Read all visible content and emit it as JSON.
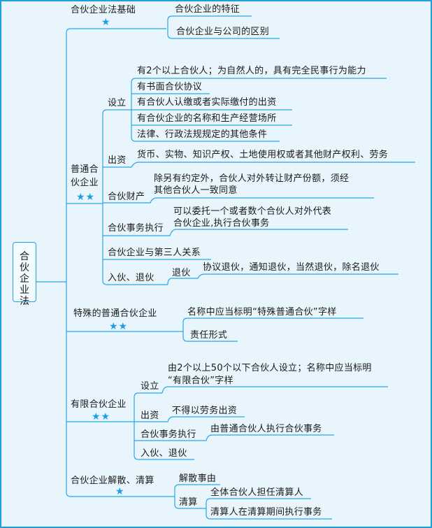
{
  "root": "合伙企业法",
  "basics": {
    "label": "合伙企业法基础",
    "stars": "★",
    "children": [
      "合伙企业的特征",
      "合伙企业与公司的区别"
    ]
  },
  "general": {
    "label_line1": "普通合",
    "label_line2": "伙企业",
    "stars": "★★",
    "setup": {
      "label": "设立",
      "items": [
        "有2个以上合伙人；为自然人的，具有完全民事行为能力",
        "有书面合伙协议",
        "有合伙人认缴或者实际缴付的出资",
        "有合伙企业的名称和生产经营场所",
        "法律、行政法规规定的其他条件"
      ]
    },
    "capital": {
      "label": "出资",
      "text": "货币、实物、知识产权、土地使用权或者其他财产权利、劳务"
    },
    "property": {
      "label": "合伙财产",
      "line1": "除另有约定外，合伙人对外转让财产份额，须经",
      "line2": "其他合伙人一致同意"
    },
    "affairs": {
      "label": "合伙事务执行",
      "line1": "可以委托一个或者数个合伙人对外代表",
      "line2": "合伙企业,执行合伙事务"
    },
    "third_party": {
      "label": "合伙企业与第三人关系"
    },
    "join_exit": {
      "label": "入伙、退伙",
      "exit_label": "退伙",
      "exit_text": "协议退伙，通知退伙，当然退伙，除名退伙"
    }
  },
  "special": {
    "label": "特殊的普通合伙企业",
    "stars": "★★",
    "children": [
      "名称中应当标明“特殊普通合伙”字样",
      "责任形式"
    ]
  },
  "limited": {
    "label": "有限合伙企业",
    "stars": "★★",
    "setup": {
      "label": "设立",
      "line1": "由2个以上50个以下合伙人设立；名称中应当标明",
      "line2": "“有限合伙”字样"
    },
    "capital": {
      "label": "出资",
      "text": "不得以劳务出资"
    },
    "affairs": {
      "label": "合伙事务执行",
      "text": "由普通合伙人执行合伙事务"
    },
    "join_exit": {
      "label": "入伙、退伙"
    }
  },
  "dissolution": {
    "label": "合伙企业解散、清算",
    "stars": "★",
    "reasons": "解散事由",
    "liquidation": {
      "label": "清算",
      "items": [
        "全体合伙人担任清算人",
        "清算人在清算期间执行事务"
      ]
    }
  },
  "colors": {
    "line": "#1e9fe0",
    "background": "#e9f5fd"
  }
}
